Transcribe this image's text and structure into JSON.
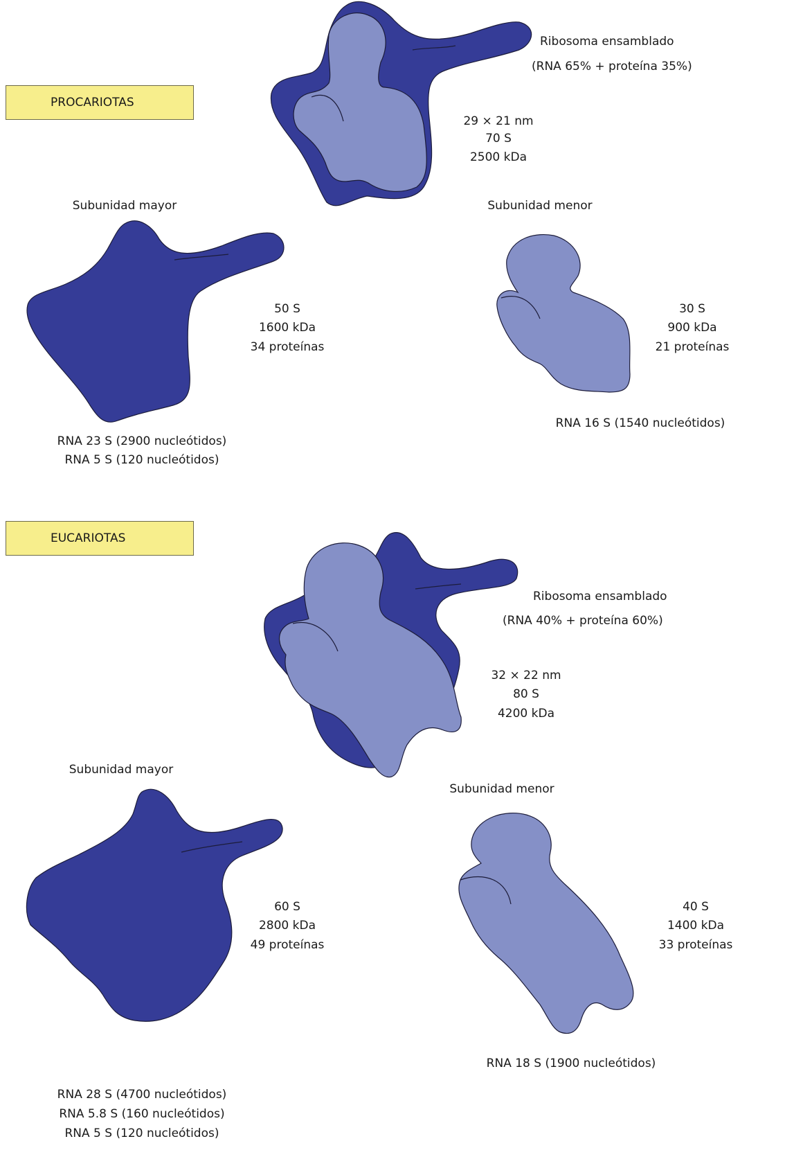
{
  "prokaryotes": {
    "header": "PROCARIOTAS",
    "assembled": {
      "title": "Ribosoma ensamblado",
      "composition": "(RNA 65% + proteína 35%)",
      "size": "29 × 21 nm",
      "sedimentation": "70 S",
      "mass": "2500 kDa"
    },
    "large": {
      "title": "Subunidad mayor",
      "sedimentation": "50 S",
      "mass": "1600 kDa",
      "proteins": "34 proteínas",
      "rna": [
        "RNA 23 S (2900 nucleótidos)",
        "RNA 5 S (120 nucleótidos)"
      ]
    },
    "small": {
      "title": "Subunidad menor",
      "sedimentation": "30 S",
      "mass": "900 kDa",
      "proteins": "21 proteínas",
      "rna": [
        "RNA 16 S (1540 nucleótidos)"
      ]
    }
  },
  "eukaryotes": {
    "header": "EUCARIOTAS",
    "assembled": {
      "title": "Ribosoma ensamblado",
      "composition": "(RNA 40% + proteína 60%)",
      "size": "32 × 22 nm",
      "sedimentation": "80 S",
      "mass": "4200 kDa"
    },
    "large": {
      "title": "Subunidad mayor",
      "sedimentation": "60 S",
      "mass": "2800 kDa",
      "proteins": "49 proteínas",
      "rna": [
        "RNA 28 S (4700 nucleótidos)",
        "RNA 5.8 S (160 nucleótidos)",
        "RNA 5 S (120 nucleótidos)"
      ]
    },
    "small": {
      "title": "Subunidad menor",
      "sedimentation": "40 S",
      "mass": "1400 kDa",
      "proteins": "33 proteínas",
      "rna": [
        "RNA 18 S (1900 nucleótidos)"
      ]
    }
  },
  "colors": {
    "large_subunit": "#353c97",
    "small_subunit": "#8590c7",
    "header_box": "#f7ee8c"
  }
}
